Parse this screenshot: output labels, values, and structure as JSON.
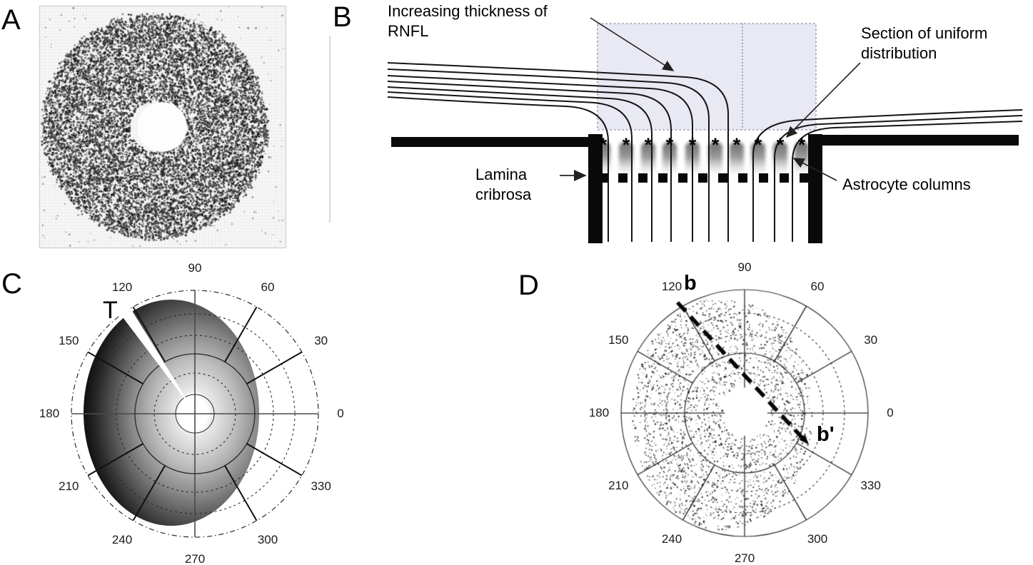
{
  "panel_letters": {
    "a": "A",
    "b": "B",
    "c": "C",
    "d": "D"
  },
  "panel_b": {
    "label_increasing_thickness": "Increasing thickness of RNFL",
    "label_section_uniform": "Section of uniform distribution",
    "label_lamina_cribrosa": "Lamina cribrosa",
    "label_astrocyte_columns": "Astrocyte columns",
    "asterisk_glyph": "*",
    "asterisk_count": 10,
    "fiber_count_left": 7,
    "fiber_count_right": 3,
    "beam_count": 11
  },
  "panel_c": {
    "wedge_label": "T",
    "angle_labels": [
      {
        "angle": 90,
        "text": "90"
      },
      {
        "angle": 120,
        "text": "120"
      },
      {
        "angle": 60,
        "text": "60"
      },
      {
        "angle": 150,
        "text": "150"
      },
      {
        "angle": 30,
        "text": "30"
      },
      {
        "angle": 180,
        "text": "180"
      },
      {
        "angle": 0,
        "text": "0"
      },
      {
        "angle": 210,
        "text": "210"
      },
      {
        "angle": 330,
        "text": "330"
      },
      {
        "angle": 240,
        "text": "240"
      },
      {
        "angle": 300,
        "text": "300"
      },
      {
        "angle": 270,
        "text": "270"
      }
    ]
  },
  "panel_d": {
    "section_start_label": "b",
    "section_end_label": "b'",
    "angle_labels": [
      {
        "angle": 90,
        "text": "90"
      },
      {
        "angle": 120,
        "text": "120"
      },
      {
        "angle": 60,
        "text": "60"
      },
      {
        "angle": 150,
        "text": "150"
      },
      {
        "angle": 30,
        "text": "30"
      },
      {
        "angle": 180,
        "text": "180"
      },
      {
        "angle": 0,
        "text": "0"
      },
      {
        "angle": 210,
        "text": "210"
      },
      {
        "angle": 330,
        "text": "330"
      },
      {
        "angle": 240,
        "text": "240"
      },
      {
        "angle": 300,
        "text": "300"
      },
      {
        "angle": 270,
        "text": "270"
      }
    ]
  },
  "colors": {
    "box_fill": "#e9e9f4",
    "box_border": "#9a9ab0",
    "ink": "#111111",
    "gray_axis": "#4a4a4a"
  }
}
